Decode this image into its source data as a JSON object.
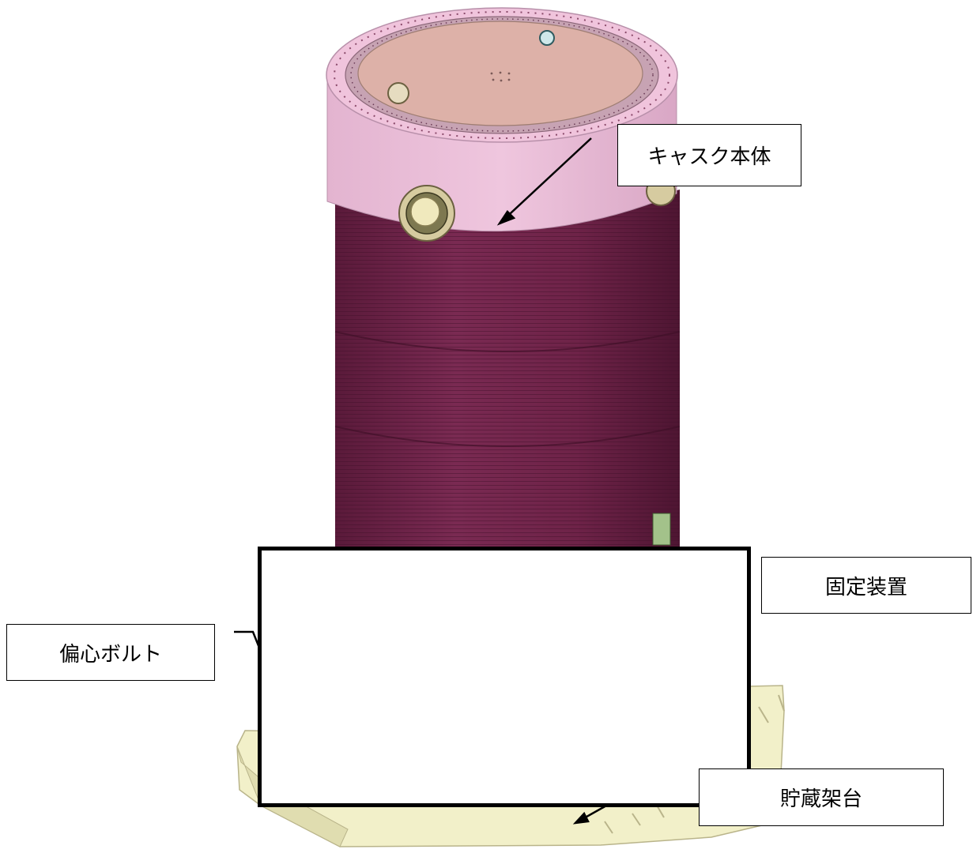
{
  "labels": {
    "cask_body": "キャスク本体",
    "fixing_device": "固定装置",
    "eccentric_bolt": "偏心ボルト",
    "storage_stand": "貯蔵架台"
  },
  "colors": {
    "background": "#ffffff",
    "cask_top_collar": "#e6bcd6",
    "cask_lid": "#ddb1a8",
    "cask_body_shell": "#6e2348",
    "storage_stand": "#f2f0c9",
    "outline": "#000000"
  }
}
